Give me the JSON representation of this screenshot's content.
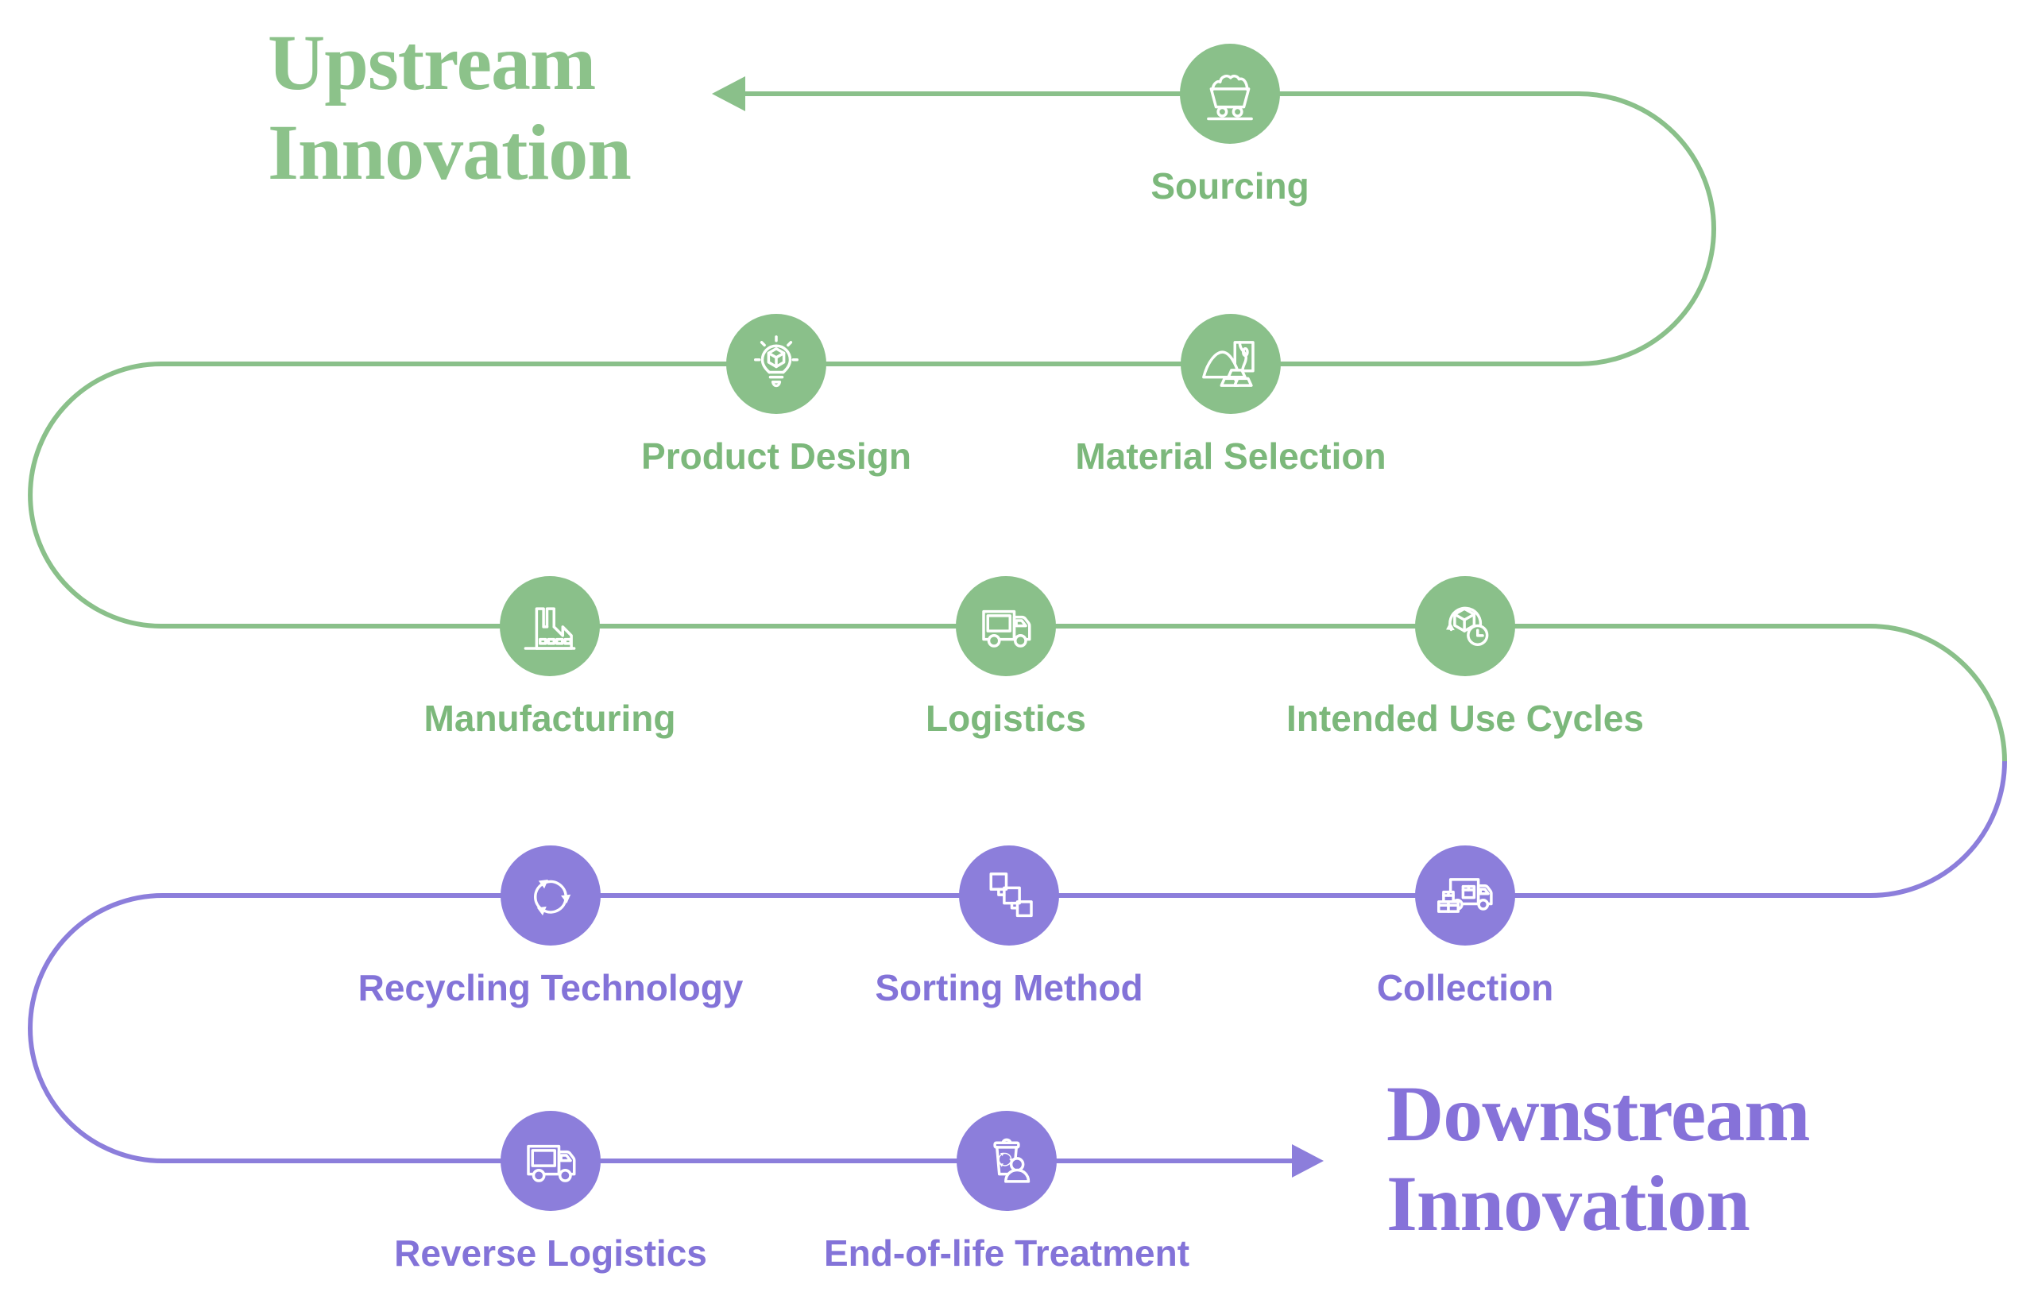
{
  "palette": {
    "green": "#8ac08a",
    "green_text": "#7cb87b",
    "green_title": "#8cc28a",
    "purple": "#8c7edb",
    "purple_text": "#8373d8",
    "purple_title": "#8672d9"
  },
  "titles": {
    "upstream": {
      "line1": "Upstream",
      "line2": "Innovation"
    },
    "downstream": {
      "line1": "Downstream",
      "line2": "Innovation"
    }
  },
  "nodes": [
    {
      "label": "Sourcing",
      "icon": "mine-cart-icon",
      "stage": "upstream"
    },
    {
      "label": "Product Design",
      "icon": "lightbulb-cube-icon",
      "stage": "upstream"
    },
    {
      "label": "Material Selection",
      "icon": "raw-materials-icon",
      "stage": "upstream"
    },
    {
      "label": "Manufacturing",
      "icon": "factory-icon",
      "stage": "upstream"
    },
    {
      "label": "Logistics",
      "icon": "truck-icon",
      "stage": "upstream"
    },
    {
      "label": "Intended Use Cycles",
      "icon": "cube-cycle-clock-icon",
      "stage": "upstream"
    },
    {
      "label": "Recycling Technology",
      "icon": "recycle-arrows-icon",
      "stage": "downstream"
    },
    {
      "label": "Sorting Method",
      "icon": "sorting-squares-icon",
      "stage": "downstream"
    },
    {
      "label": "Collection",
      "icon": "collection-truck-icon",
      "stage": "downstream"
    },
    {
      "label": "Reverse Logistics",
      "icon": "truck-icon",
      "stage": "downstream"
    },
    {
      "label": "End-of-life Treatment",
      "icon": "bin-recycle-person-icon",
      "stage": "downstream"
    }
  ]
}
